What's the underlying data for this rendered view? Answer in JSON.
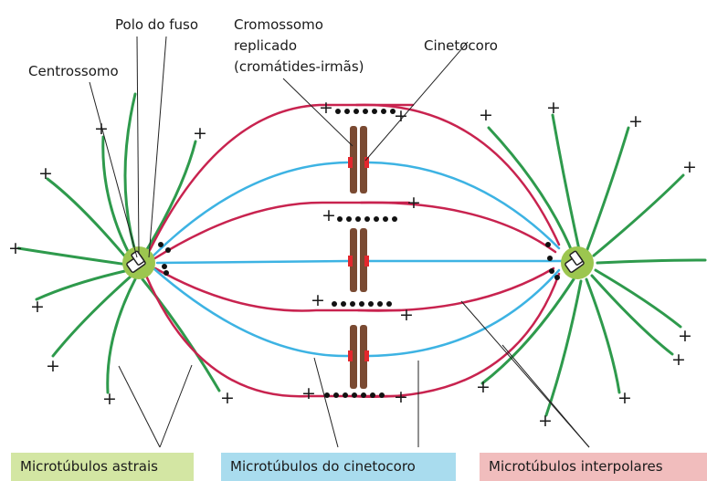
{
  "labels": {
    "pole": "Polo do fuso",
    "chromosome_line1": "Cromossomo",
    "chromosome_line2": "replicado",
    "chromosome_line3": "(cromátides-irmãs)",
    "kinetochore": "Cinetocoro",
    "centrosome": "Centrossomo"
  },
  "plus_sign": "+",
  "legend": {
    "astral": "Microtúbulos astrais",
    "kinetochore": "Microtúbulos do cinetocoro",
    "interpolar": "Microtúbulos interpolares"
  },
  "colors": {
    "astral": "#2e9a4c",
    "kinetochore": "#3db3e3",
    "interpolar": "#c8234f",
    "astral_box": "#d3e6a3",
    "kinetochore_box": "#a9dcee",
    "interpolar_box": "#f1bdbd",
    "centrosome": "#9cc64f",
    "chromatid": "#7a4a32",
    "kinetochore_mark": "#e3272d"
  }
}
